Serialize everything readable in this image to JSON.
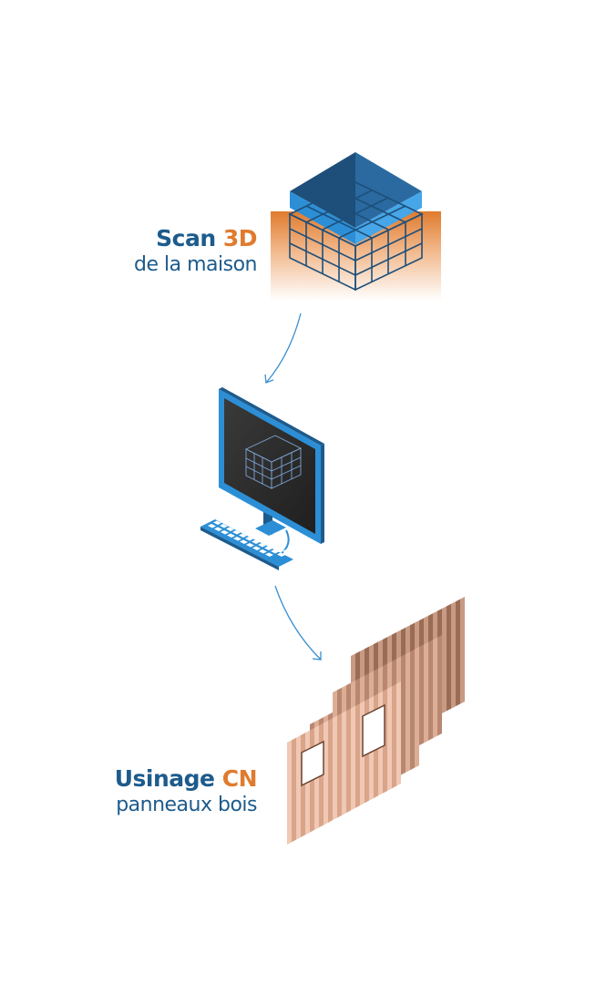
{
  "colors": {
    "blue": "#1d5b8c",
    "orange": "#e07b2e",
    "sky": "#3a8fd0",
    "screen": "#2b2b2b",
    "wood": "#d9a48a",
    "wood_dark": "#a0735c"
  },
  "steps": [
    {
      "word1": "Scan",
      "word2": "3D",
      "subtitle": "de la maison",
      "icon": "house-scan-icon"
    },
    {
      "icon": "computer-cad-icon"
    },
    {
      "word1": "Usinage",
      "word2": "CN",
      "subtitle": "panneaux bois",
      "icon": "wood-panels-icon"
    }
  ]
}
